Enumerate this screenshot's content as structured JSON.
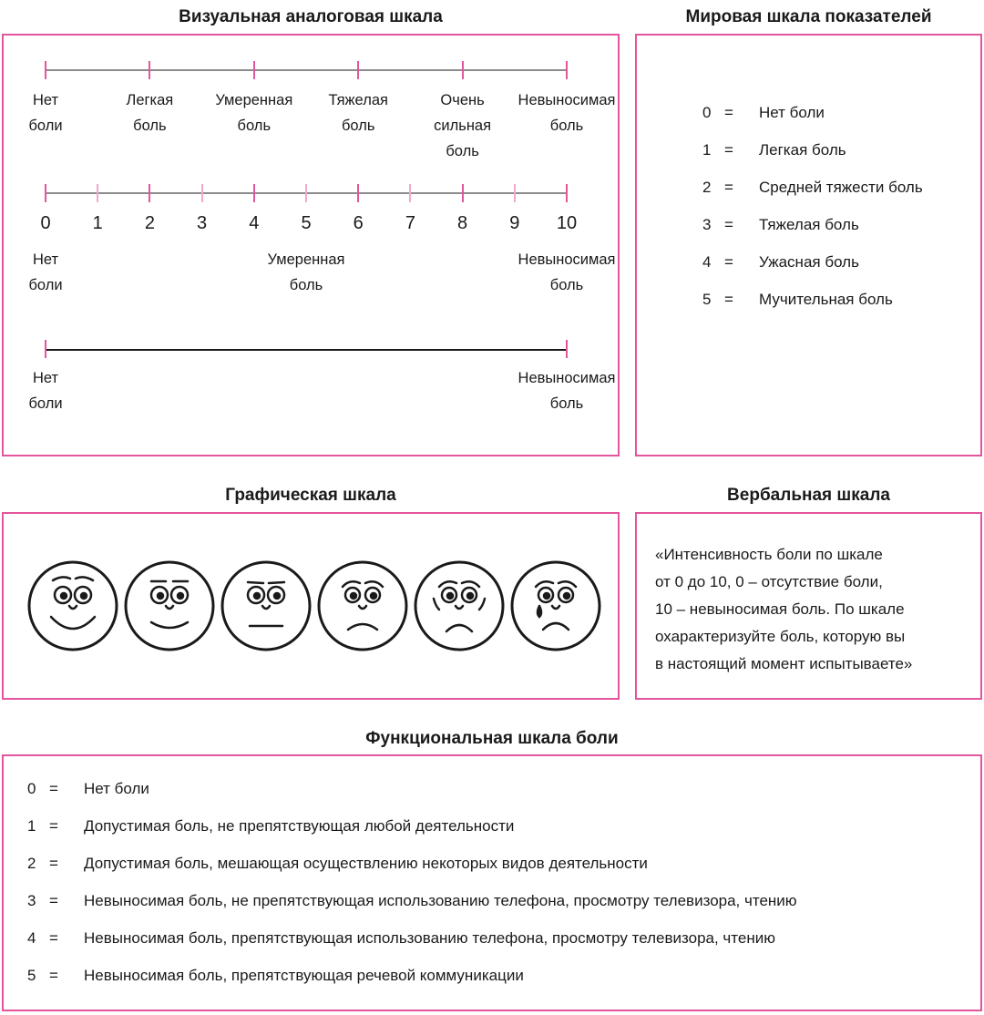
{
  "colors": {
    "frame": "#e3559c",
    "axis": "#8c8c8c",
    "pink_tick": "#f3a9cb",
    "ink": "#1a1a1a"
  },
  "vas": {
    "title": "Визуальная аналоговая шкала",
    "scale1": {
      "labels": [
        [
          "Нет",
          "боли"
        ],
        [
          "Легкая",
          "боль"
        ],
        [
          "Умеренная",
          "боль"
        ],
        [
          "Тяжелая",
          "боль"
        ],
        [
          "Очень",
          "сильная",
          "боль"
        ],
        [
          "Невыносимая",
          "боль"
        ]
      ]
    },
    "scale2": {
      "numbers": [
        "0",
        "1",
        "2",
        "3",
        "4",
        "5",
        "6",
        "7",
        "8",
        "9",
        "10"
      ],
      "labels": [
        [
          "Нет",
          "боли"
        ],
        [
          "Умеренная",
          "боль"
        ],
        [
          "Невыносимая",
          "боль"
        ]
      ]
    },
    "scale3": {
      "labels": [
        [
          "Нет",
          "боли"
        ],
        [
          "Невыносимая",
          "боль"
        ]
      ]
    }
  },
  "world": {
    "title": "Мировая шкала показателей",
    "rows": [
      {
        "n": "0",
        "eq": "=",
        "text": "Нет боли"
      },
      {
        "n": "1",
        "eq": "=",
        "text": "Легкая боль"
      },
      {
        "n": "2",
        "eq": "=",
        "text": "Средней тяжести боль"
      },
      {
        "n": "3",
        "eq": "=",
        "text": "Тяжелая боль"
      },
      {
        "n": "4",
        "eq": "=",
        "text": "Ужасная боль"
      },
      {
        "n": "5",
        "eq": "=",
        "text": "Мучительная боль"
      }
    ]
  },
  "graphic": {
    "title": "Графическая шкала",
    "faces": [
      "smiling-face-icon",
      "slight-smile-face-icon",
      "neutral-face-icon",
      "frowning-face-icon",
      "sad-face-icon",
      "crying-face-icon"
    ]
  },
  "verbal": {
    "title": "Вербальная шкала",
    "lines": [
      "«Интенсивность боли по шкале",
      "от 0 до 10, 0 – отсутствие боли,",
      "10 – невыносимая боль.  По шкале",
      "охарактеризуйте боль, которую вы",
      "в настоящий момент испытываете»"
    ]
  },
  "functional": {
    "title": "Функциональная шкала боли",
    "rows": [
      {
        "n": "0",
        "eq": "=",
        "text": "Нет боли"
      },
      {
        "n": "1",
        "eq": "=",
        "text": "Допустимая боль, не препятствующая любой деятельности"
      },
      {
        "n": "2",
        "eq": "=",
        "text": "Допустимая боль, мешающая осуществлению некоторых видов деятельности"
      },
      {
        "n": "3",
        "eq": "=",
        "text": "Невыносимая боль, не препятствующая использованию телефона, просмотру телевизора, чтению"
      },
      {
        "n": "4",
        "eq": "=",
        "text": "Невыносимая боль, препятствующая использованию телефона, просмотру телевизора, чтению"
      },
      {
        "n": "5",
        "eq": "=",
        "text": "Невыносимая боль, препятствующая речевой коммуникации"
      }
    ]
  }
}
